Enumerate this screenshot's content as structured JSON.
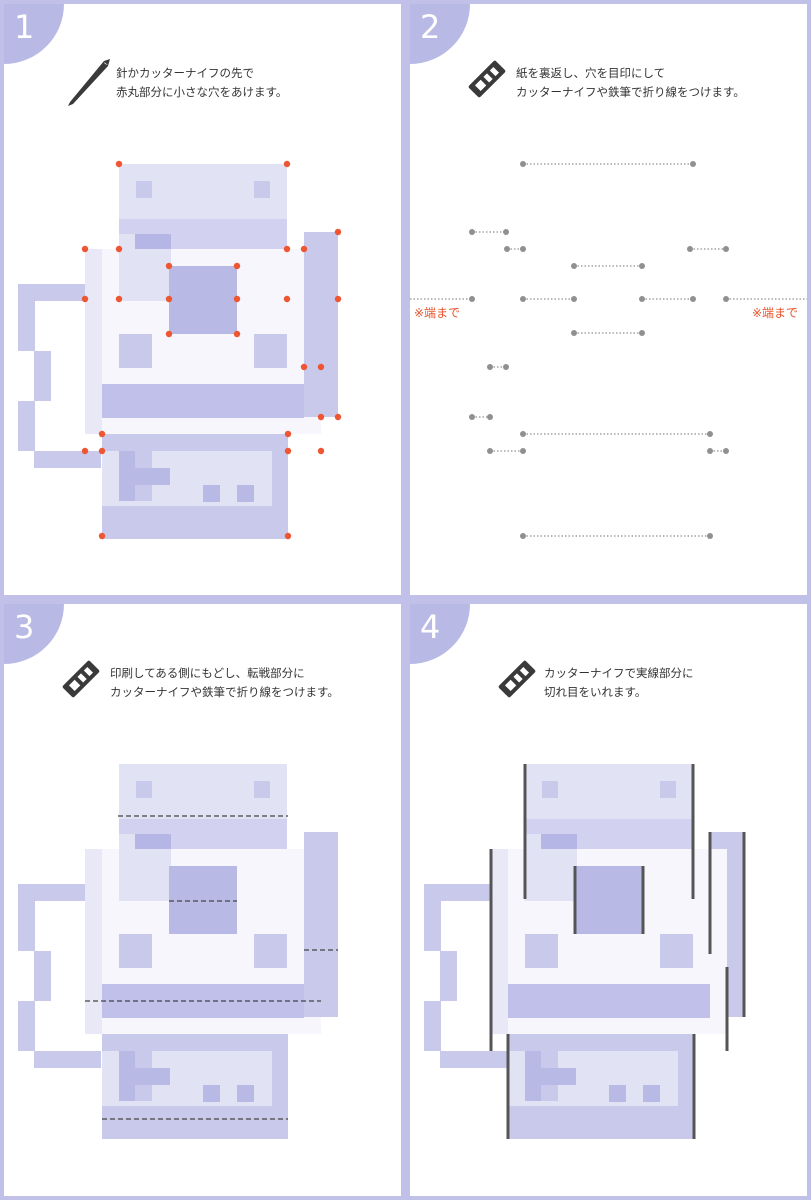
{
  "steps": [
    {
      "number": "1",
      "lines": [
        "針かカッターナイフの先で",
        "赤丸部分に小さな穴をあけます。"
      ],
      "tool": "needle-icon"
    },
    {
      "number": "2",
      "lines": [
        "紙を裏返し、穴を目印にして",
        "カッターナイフや鉄筆で折り線をつけます。"
      ],
      "tool": "cutter-knife-icon"
    },
    {
      "number": "3",
      "lines": [
        "印刷してある側にもどし、転戦部分に",
        "カッターナイフや鉄筆で折り線をつけます。"
      ],
      "tool": "cutter-knife-icon"
    },
    {
      "number": "4",
      "lines": [
        "カッターナイフで実線部分に",
        "切れ目をいれます。"
      ],
      "tool": "cutter-knife-icon"
    }
  ],
  "notes": {
    "edge_left": "※端まで",
    "edge_right": "※端まで"
  },
  "colors": {
    "background": "#c0c0e8",
    "badge": "#b9b9e6",
    "hole": "#ee5533",
    "guide": "#909090",
    "dash": "#444444",
    "cut": "#555555",
    "light": "#e2e2f5",
    "mid": "#c9c9ec",
    "dark": "#b6b6e6",
    "paper": "#f6f6fc"
  }
}
